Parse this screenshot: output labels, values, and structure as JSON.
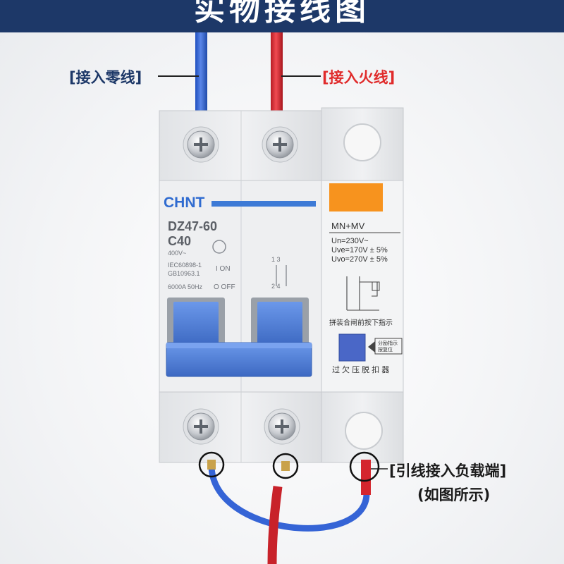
{
  "banner": {
    "title": "实物接线图"
  },
  "labels": {
    "neutral_in": "[接入零线]",
    "live_in": "[接入火线]",
    "load_out": "[引线接入负载端]",
    "load_note": "(如图所示)"
  },
  "breaker": {
    "brand": "CHNT",
    "model": "DZ47-60",
    "rating": "C40",
    "voltage": "400V~",
    "standards": [
      "IEC60898-1",
      "GB10963.1"
    ],
    "capacity": "6000A 50Hz",
    "on_label": "I ON",
    "off_label": "O OFF",
    "terminal_top": "1 3",
    "terminal_bottom": "2 4"
  },
  "protector": {
    "model": "MN+MV",
    "specs": [
      "Un=230V~",
      "Uve=170V ± 5%",
      "Uvo=270V ± 5%"
    ],
    "instruction": "拼装合闸前按下指示",
    "indicator_label": [
      "分励指示",
      "按复位"
    ],
    "name": "过 欠 压 脱 扣 器"
  },
  "colors": {
    "banner": "#1d3868",
    "neutral_wire": "#2f5bd0",
    "live_wire": "#d4262e",
    "handle": "#4d7ed8",
    "live_label": "#e02b2b",
    "neutral_label": "#1d3868"
  }
}
